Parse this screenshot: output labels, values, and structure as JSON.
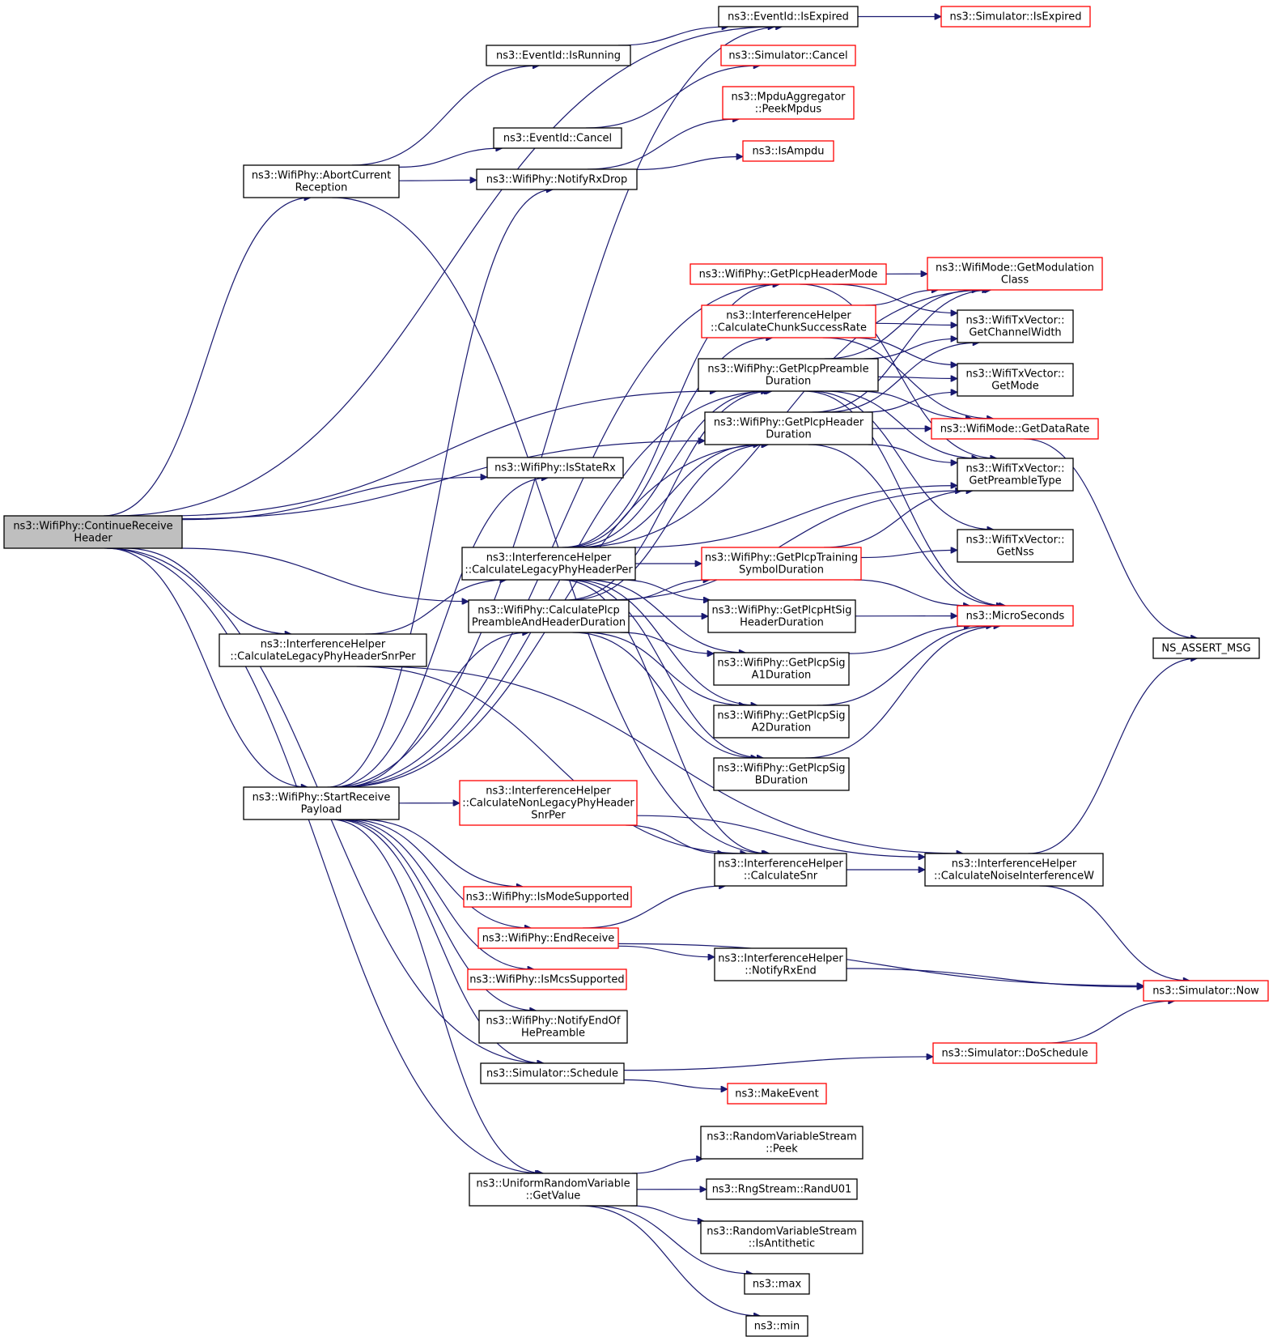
{
  "diagram": {
    "title": "ns3::WifiPhy::ContinueReceiveHeader call graph",
    "colors": {
      "edge": "#191970",
      "root_fill": "#bfbfbf",
      "node_fill": "#ffffff",
      "node_border": "#000000",
      "undocumented_border": "#ff0000"
    },
    "nodes": [
      {
        "id": "root",
        "lines": [
          "ns3::WifiPhy::ContinueReceive",
          "Header"
        ],
        "style": "root"
      },
      {
        "id": "abort",
        "lines": [
          "ns3::WifiPhy::AbortCurrent",
          "Reception"
        ],
        "style": "normal"
      },
      {
        "id": "legacySnr",
        "lines": [
          "ns3::InterferenceHelper",
          "::CalculateLegacyPhyHeaderSnrPer"
        ],
        "style": "normal"
      },
      {
        "id": "startPayload",
        "lines": [
          "ns3::WifiPhy::StartReceive",
          "Payload"
        ],
        "style": "normal"
      },
      {
        "id": "evExpired",
        "lines": [
          "ns3::EventId::IsExpired"
        ],
        "style": "normal"
      },
      {
        "id": "simExpired",
        "lines": [
          "ns3::Simulator::IsExpired"
        ],
        "style": "red"
      },
      {
        "id": "evRunning",
        "lines": [
          "ns3::EventId::IsRunning"
        ],
        "style": "normal"
      },
      {
        "id": "simCancel",
        "lines": [
          "ns3::Simulator::Cancel"
        ],
        "style": "red"
      },
      {
        "id": "peekMpdus",
        "lines": [
          "ns3::MpduAggregator",
          "::PeekMpdus"
        ],
        "style": "red"
      },
      {
        "id": "evCancel",
        "lines": [
          "ns3::EventId::Cancel"
        ],
        "style": "normal"
      },
      {
        "id": "isAmpdu",
        "lines": [
          "ns3::IsAmpdu"
        ],
        "style": "red"
      },
      {
        "id": "notifyRxDrop",
        "lines": [
          "ns3::WifiPhy::NotifyRxDrop"
        ],
        "style": "normal"
      },
      {
        "id": "getPlcpHeaderMode",
        "lines": [
          "ns3::WifiPhy::GetPlcpHeaderMode"
        ],
        "style": "red"
      },
      {
        "id": "getModClass",
        "lines": [
          "ns3::WifiMode::GetModulation",
          "Class"
        ],
        "style": "red"
      },
      {
        "id": "chunkSuccess",
        "lines": [
          "ns3::InterferenceHelper",
          "::CalculateChunkSuccessRate"
        ],
        "style": "red"
      },
      {
        "id": "getChannelWidth",
        "lines": [
          "ns3::WifiTxVector::",
          "GetChannelWidth"
        ],
        "style": "normal"
      },
      {
        "id": "preambleDur",
        "lines": [
          "ns3::WifiPhy::GetPlcpPreamble",
          "Duration"
        ],
        "style": "normal"
      },
      {
        "id": "getMode",
        "lines": [
          "ns3::WifiTxVector::",
          "GetMode"
        ],
        "style": "normal"
      },
      {
        "id": "headerDur",
        "lines": [
          "ns3::WifiPhy::GetPlcpHeader",
          "Duration"
        ],
        "style": "normal"
      },
      {
        "id": "getDataRate",
        "lines": [
          "ns3::WifiMode::GetDataRate"
        ],
        "style": "red"
      },
      {
        "id": "getPreambleType",
        "lines": [
          "ns3::WifiTxVector::",
          "GetPreambleType"
        ],
        "style": "normal"
      },
      {
        "id": "isStateRx",
        "lines": [
          "ns3::WifiPhy::IsStateRx"
        ],
        "style": "normal"
      },
      {
        "id": "getNss",
        "lines": [
          "ns3::WifiTxVector::",
          "GetNss"
        ],
        "style": "normal"
      },
      {
        "id": "legacyPer",
        "lines": [
          "ns3::InterferenceHelper",
          "::CalculateLegacyPhyHeaderPer"
        ],
        "style": "normal"
      },
      {
        "id": "trainingSym",
        "lines": [
          "ns3::WifiPhy::GetPlcpTraining",
          "SymbolDuration"
        ],
        "style": "red"
      },
      {
        "id": "calcPreHdr",
        "lines": [
          "ns3::WifiPhy::CalculatePlcp",
          "PreambleAndHeaderDuration"
        ],
        "style": "normal"
      },
      {
        "id": "htSig",
        "lines": [
          "ns3::WifiPhy::GetPlcpHtSig",
          "HeaderDuration"
        ],
        "style": "normal"
      },
      {
        "id": "microSeconds",
        "lines": [
          "ns3::MicroSeconds"
        ],
        "style": "red"
      },
      {
        "id": "assertMsg",
        "lines": [
          "NS_ASSERT_MSG"
        ],
        "style": "normal"
      },
      {
        "id": "sigA1",
        "lines": [
          "ns3::WifiPhy::GetPlcpSig",
          "A1Duration"
        ],
        "style": "normal"
      },
      {
        "id": "sigA2",
        "lines": [
          "ns3::WifiPhy::GetPlcpSig",
          "A2Duration"
        ],
        "style": "normal"
      },
      {
        "id": "sigB",
        "lines": [
          "ns3::WifiPhy::GetPlcpSig",
          "BDuration"
        ],
        "style": "normal"
      },
      {
        "id": "nonLegacySnr",
        "lines": [
          "ns3::InterferenceHelper",
          "::CalculateNonLegacyPhyHeader",
          "SnrPer"
        ],
        "style": "red"
      },
      {
        "id": "calcSnr",
        "lines": [
          "ns3::InterferenceHelper",
          "::CalculateSnr"
        ],
        "style": "normal"
      },
      {
        "id": "noiseW",
        "lines": [
          "ns3::InterferenceHelper",
          "::CalculateNoiseInterferenceW"
        ],
        "style": "normal"
      },
      {
        "id": "isModeSupported",
        "lines": [
          "ns3::WifiPhy::IsModeSupported"
        ],
        "style": "red"
      },
      {
        "id": "endReceive",
        "lines": [
          "ns3::WifiPhy::EndReceive"
        ],
        "style": "red"
      },
      {
        "id": "notifyRxEnd",
        "lines": [
          "ns3::InterferenceHelper",
          "::NotifyRxEnd"
        ],
        "style": "normal"
      },
      {
        "id": "isMcsSupported",
        "lines": [
          "ns3::WifiPhy::IsMcsSupported"
        ],
        "style": "red"
      },
      {
        "id": "simNow",
        "lines": [
          "ns3::Simulator::Now"
        ],
        "style": "red"
      },
      {
        "id": "notifyEndHe",
        "lines": [
          "ns3::WifiPhy::NotifyEndOf",
          "HePreamble"
        ],
        "style": "normal"
      },
      {
        "id": "schedule",
        "lines": [
          "ns3::Simulator::Schedule"
        ],
        "style": "normal"
      },
      {
        "id": "doSchedule",
        "lines": [
          "ns3::Simulator::DoSchedule"
        ],
        "style": "red"
      },
      {
        "id": "makeEvent",
        "lines": [
          "ns3::MakeEvent"
        ],
        "style": "red"
      },
      {
        "id": "rvsPeek",
        "lines": [
          "ns3::RandomVariableStream",
          "::Peek"
        ],
        "style": "normal"
      },
      {
        "id": "uniformGet",
        "lines": [
          "ns3::UniformRandomVariable",
          "::GetValue"
        ],
        "style": "normal"
      },
      {
        "id": "randU01",
        "lines": [
          "ns3::RngStream::RandU01"
        ],
        "style": "normal"
      },
      {
        "id": "isAntithetic",
        "lines": [
          "ns3::RandomVariableStream",
          "::IsAntithetic"
        ],
        "style": "normal"
      },
      {
        "id": "max",
        "lines": [
          "ns3::max"
        ],
        "style": "normal"
      },
      {
        "id": "min",
        "lines": [
          "ns3::min"
        ],
        "style": "normal"
      }
    ],
    "edges": [
      [
        "root",
        "evExpired"
      ],
      [
        "root",
        "abort"
      ],
      [
        "root",
        "preambleDur"
      ],
      [
        "root",
        "headerDur"
      ],
      [
        "root",
        "isStateRx"
      ],
      [
        "root",
        "calcPreHdr"
      ],
      [
        "root",
        "legacySnr"
      ],
      [
        "root",
        "startPayload"
      ],
      [
        "root",
        "schedule"
      ],
      [
        "root",
        "uniformGet"
      ],
      [
        "abort",
        "evRunning"
      ],
      [
        "abort",
        "evCancel"
      ],
      [
        "abort",
        "notifyRxDrop"
      ],
      [
        "abort",
        "calcSnr"
      ],
      [
        "evRunning",
        "evExpired"
      ],
      [
        "evExpired",
        "simExpired"
      ],
      [
        "evCancel",
        "simCancel"
      ],
      [
        "notifyRxDrop",
        "peekMpdus"
      ],
      [
        "notifyRxDrop",
        "isAmpdu"
      ],
      [
        "legacySnr",
        "legacyPer"
      ],
      [
        "legacySnr",
        "calcSnr"
      ],
      [
        "legacySnr",
        "noiseW"
      ],
      [
        "startPayload",
        "evExpired"
      ],
      [
        "startPayload",
        "notifyRxDrop"
      ],
      [
        "startPayload",
        "isStateRx"
      ],
      [
        "startPayload",
        "calcPreHdr"
      ],
      [
        "startPayload",
        "getPlcpHeaderMode"
      ],
      [
        "startPayload",
        "preambleDur"
      ],
      [
        "startPayload",
        "headerDur"
      ],
      [
        "startPayload",
        "nonLegacySnr"
      ],
      [
        "startPayload",
        "isModeSupported"
      ],
      [
        "startPayload",
        "endReceive"
      ],
      [
        "startPayload",
        "isMcsSupported"
      ],
      [
        "startPayload",
        "notifyEndHe"
      ],
      [
        "startPayload",
        "schedule"
      ],
      [
        "startPayload",
        "uniformGet"
      ],
      [
        "legacyPer",
        "getPlcpHeaderMode"
      ],
      [
        "legacyPer",
        "chunkSuccess"
      ],
      [
        "legacyPer",
        "preambleDur"
      ],
      [
        "legacyPer",
        "headerDur"
      ],
      [
        "legacyPer",
        "getModClass"
      ],
      [
        "legacyPer",
        "getPreambleType"
      ],
      [
        "legacyPer",
        "trainingSym"
      ],
      [
        "legacyPer",
        "htSig"
      ],
      [
        "legacyPer",
        "sigA1"
      ],
      [
        "legacyPer",
        "sigA2"
      ],
      [
        "legacyPer",
        "sigB"
      ],
      [
        "legacyPer",
        "calcSnr"
      ],
      [
        "calcPreHdr",
        "preambleDur"
      ],
      [
        "calcPreHdr",
        "headerDur"
      ],
      [
        "calcPreHdr",
        "trainingSym"
      ],
      [
        "calcPreHdr",
        "htSig"
      ],
      [
        "calcPreHdr",
        "sigA1"
      ],
      [
        "calcPreHdr",
        "sigA2"
      ],
      [
        "calcPreHdr",
        "sigB"
      ],
      [
        "calcPreHdr",
        "getPreambleType"
      ],
      [
        "getPlcpHeaderMode",
        "getModClass"
      ],
      [
        "getPlcpHeaderMode",
        "getChannelWidth"
      ],
      [
        "getPlcpHeaderMode",
        "getPreambleType"
      ],
      [
        "chunkSuccess",
        "getModClass"
      ],
      [
        "chunkSuccess",
        "getMode"
      ],
      [
        "chunkSuccess",
        "getDataRate"
      ],
      [
        "chunkSuccess",
        "getChannelWidth"
      ],
      [
        "preambleDur",
        "getModClass"
      ],
      [
        "preambleDur",
        "getChannelWidth"
      ],
      [
        "preambleDur",
        "getMode"
      ],
      [
        "preambleDur",
        "getDataRate"
      ],
      [
        "preambleDur",
        "getPreambleType"
      ],
      [
        "preambleDur",
        "getNss"
      ],
      [
        "preambleDur",
        "microSeconds"
      ],
      [
        "headerDur",
        "getModClass"
      ],
      [
        "headerDur",
        "getMode"
      ],
      [
        "headerDur",
        "getDataRate"
      ],
      [
        "headerDur",
        "getPreambleType"
      ],
      [
        "headerDur",
        "microSeconds"
      ],
      [
        "headerDur",
        "getChannelWidth"
      ],
      [
        "getDataRate",
        "assertMsg"
      ],
      [
        "trainingSym",
        "getPreambleType"
      ],
      [
        "trainingSym",
        "getNss"
      ],
      [
        "trainingSym",
        "microSeconds"
      ],
      [
        "htSig",
        "microSeconds"
      ],
      [
        "sigA1",
        "microSeconds"
      ],
      [
        "sigA2",
        "microSeconds"
      ],
      [
        "sigB",
        "microSeconds"
      ],
      [
        "nonLegacySnr",
        "calcSnr"
      ],
      [
        "nonLegacySnr",
        "noiseW"
      ],
      [
        "calcSnr",
        "noiseW"
      ],
      [
        "noiseW",
        "assertMsg"
      ],
      [
        "noiseW",
        "simNow"
      ],
      [
        "endReceive",
        "calcSnr"
      ],
      [
        "endReceive",
        "notifyRxEnd"
      ],
      [
        "endReceive",
        "simNow"
      ],
      [
        "notifyRxEnd",
        "simNow"
      ],
      [
        "schedule",
        "doSchedule"
      ],
      [
        "schedule",
        "makeEvent"
      ],
      [
        "doSchedule",
        "simNow"
      ],
      [
        "uniformGet",
        "rvsPeek"
      ],
      [
        "uniformGet",
        "randU01"
      ],
      [
        "uniformGet",
        "isAntithetic"
      ],
      [
        "uniformGet",
        "max"
      ],
      [
        "uniformGet",
        "min"
      ]
    ]
  }
}
